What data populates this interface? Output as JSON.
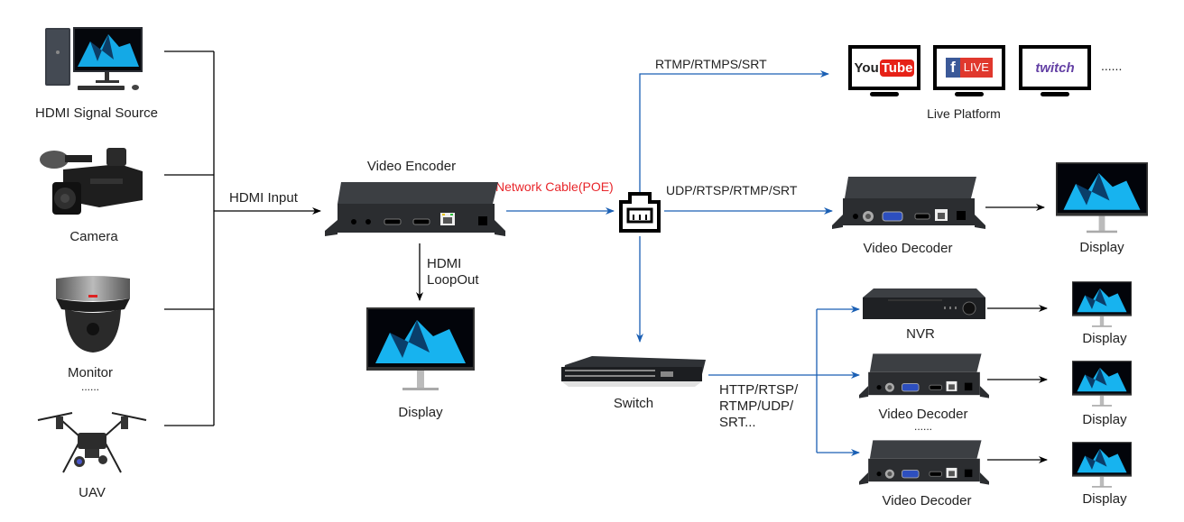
{
  "diagram": {
    "sources": [
      {
        "id": "hdmi-source",
        "label": "HDMI Signal Source",
        "icon": "desktop-pc-icon"
      },
      {
        "id": "camera",
        "label": "Camera",
        "icon": "camcorder-icon"
      },
      {
        "id": "monitor",
        "label": "Monitor",
        "icon": "dome-camera-icon",
        "suffix": "......"
      },
      {
        "id": "uav",
        "label": "UAV",
        "icon": "drone-icon"
      }
    ],
    "links": {
      "hdmi_input": "HDMI Input",
      "hdmi_loopout_line1": "HDMI",
      "hdmi_loopout_line2": "LoopOut",
      "network_cable": "Network Cable(POE)",
      "rtmp_live": "RTMP/RTMPS/SRT",
      "udp_decoder": "UDP/RTSP/RTMP/SRT",
      "switch_protocols_line1": "HTTP/RTSP/",
      "switch_protocols_line2": "RTMP/UDP/",
      "switch_protocols_line3": "SRT..."
    },
    "encoder": {
      "label": "Video Encoder",
      "icon": "video-encoder-icon"
    },
    "loop_display": {
      "label": "Display",
      "icon": "monitor-display-icon"
    },
    "network_port": {
      "icon": "ethernet-port-icon"
    },
    "live_platform": {
      "label": "Live Platform",
      "platforms": [
        {
          "name": "YouTube",
          "part1": "You",
          "part2": "Tube",
          "color": "#e62117"
        },
        {
          "name": "Facebook Live",
          "part1": "f",
          "part2": "LIVE",
          "color_f": "#3b5998",
          "color_live": "#e0382d"
        },
        {
          "name": "Twitch",
          "part1": "twitch",
          "color": "#6441a5"
        }
      ],
      "more": "......"
    },
    "decoder_top": {
      "label": "Video Decoder",
      "display_label": "Display"
    },
    "switch": {
      "label": "Switch",
      "icon": "network-switch-icon"
    },
    "outputs": [
      {
        "label": "NVR",
        "icon": "nvr-icon",
        "display_label": "Display"
      },
      {
        "label": "Video Decoder",
        "icon": "video-decoder-icon",
        "display_label": "Display",
        "suffix": "......"
      },
      {
        "label": "Video Decoder",
        "icon": "video-decoder-icon",
        "display_label": "Display"
      }
    ],
    "colors": {
      "network_line": "#1a5fb4",
      "hdmi_line": "#000000",
      "poe_label": "#e8262b"
    }
  }
}
